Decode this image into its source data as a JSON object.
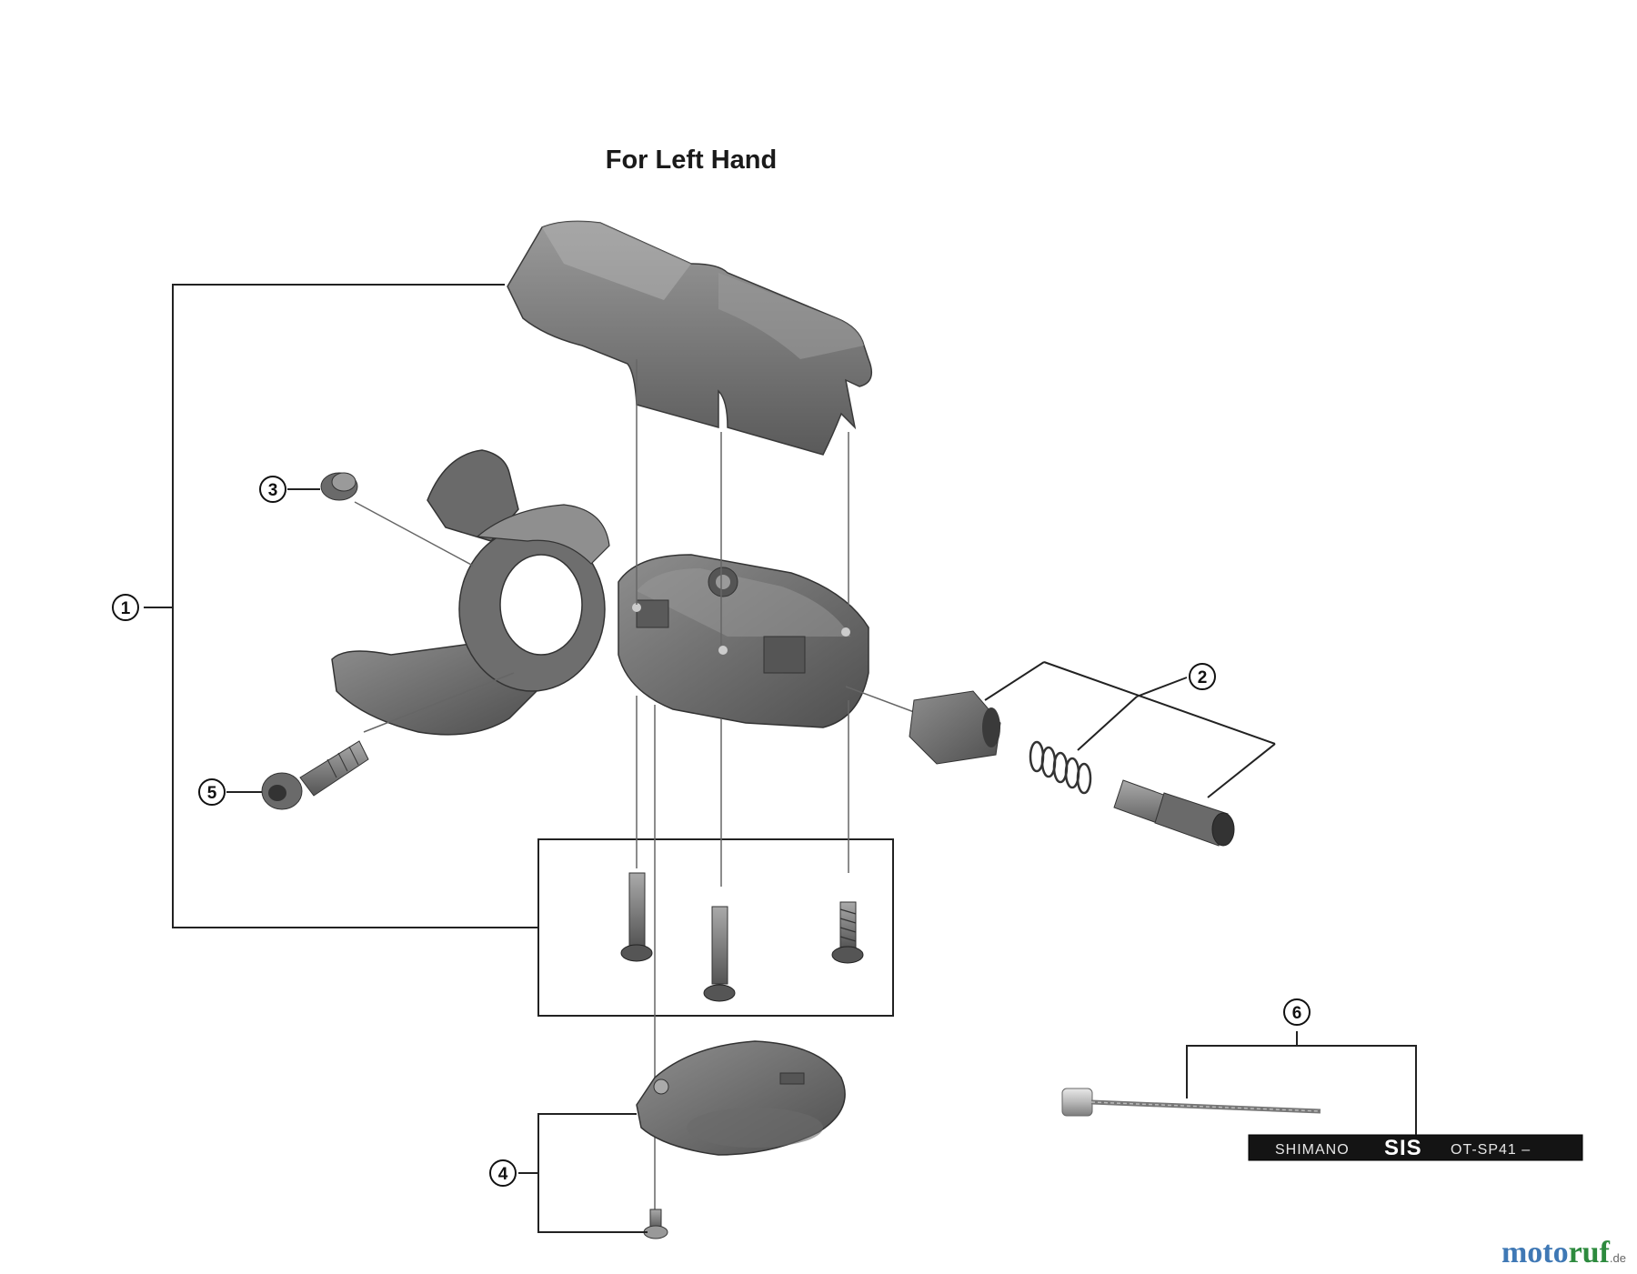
{
  "title": "For Left Hand",
  "callouts": [
    {
      "id": "c1",
      "label": "1"
    },
    {
      "id": "c2",
      "label": "2"
    },
    {
      "id": "c3",
      "label": "3"
    },
    {
      "id": "c4",
      "label": "4"
    },
    {
      "id": "c5",
      "label": "5"
    },
    {
      "id": "c6",
      "label": "6"
    }
  ],
  "cable_printing": {
    "brand": "SHIMANO",
    "model": "SIS",
    "code": "OT-SP41 –"
  },
  "watermark": {
    "part_a": "moto",
    "part_b": "ruf",
    "tld": ".de"
  },
  "colors": {
    "part_dark": "#5c5c5c",
    "part_mid": "#7d7d7d",
    "part_light": "#a3a3a3",
    "line": "#222222",
    "cable_housing": "#1a1a1a"
  }
}
